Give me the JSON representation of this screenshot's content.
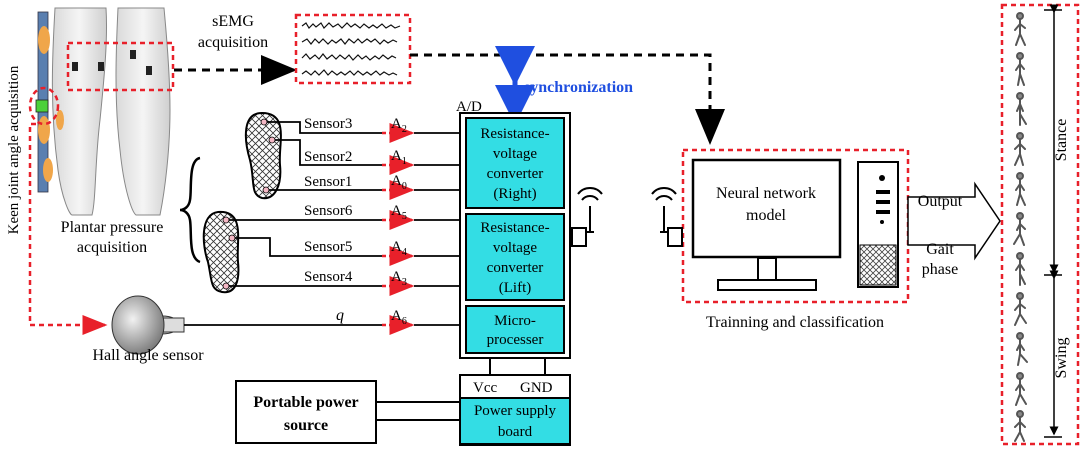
{
  "acquisition": {
    "knee_label": "Keen joint angle acquisition",
    "semg_line1": "sEMG",
    "semg_line2": "acquisition",
    "plantar_line1": "Plantar pressure",
    "plantar_line2": "acquisition",
    "hall_label": "Hall angle sensor"
  },
  "sync_label": "synchronization",
  "adc_label": "A/D",
  "sensors": [
    {
      "label": "Sensor3",
      "ch": "A",
      "sub": "2"
    },
    {
      "label": "Sensor2",
      "ch": "A",
      "sub": "1"
    },
    {
      "label": "Sensor1",
      "ch": "A",
      "sub": "0"
    },
    {
      "label": "Sensor6",
      "ch": "A",
      "sub": "5"
    },
    {
      "label": "Sensor5",
      "ch": "A",
      "sub": "4"
    },
    {
      "label": "Sensor4",
      "ch": "A",
      "sub": "3"
    }
  ],
  "angle": {
    "label": "q",
    "ch": "A",
    "sub": "6"
  },
  "converters": {
    "right": [
      "Resistance-",
      "voltage",
      "converter",
      "(Right)"
    ],
    "left": [
      "Resistance-",
      "voltage",
      "converter",
      "(Lift)"
    ],
    "micro": [
      "Micro-",
      "processer"
    ]
  },
  "power": {
    "vcc": "Vcc",
    "gnd": "GND",
    "board_line1": "Power supply",
    "board_line2": "board",
    "source_line1": "Portable power",
    "source_line2": "source"
  },
  "model": {
    "line1": "Neural network",
    "line2": "model",
    "caption": "Trainning and classification"
  },
  "output": {
    "label": "Output",
    "gait_line1": "Gait",
    "gait_line2": "phase"
  },
  "phases": {
    "stance": "Stance",
    "swing": "Swing"
  },
  "colors": {
    "cyan": "#33dde4",
    "red_dash": "#e8202a",
    "sync_blue": "#1f4fe0"
  }
}
